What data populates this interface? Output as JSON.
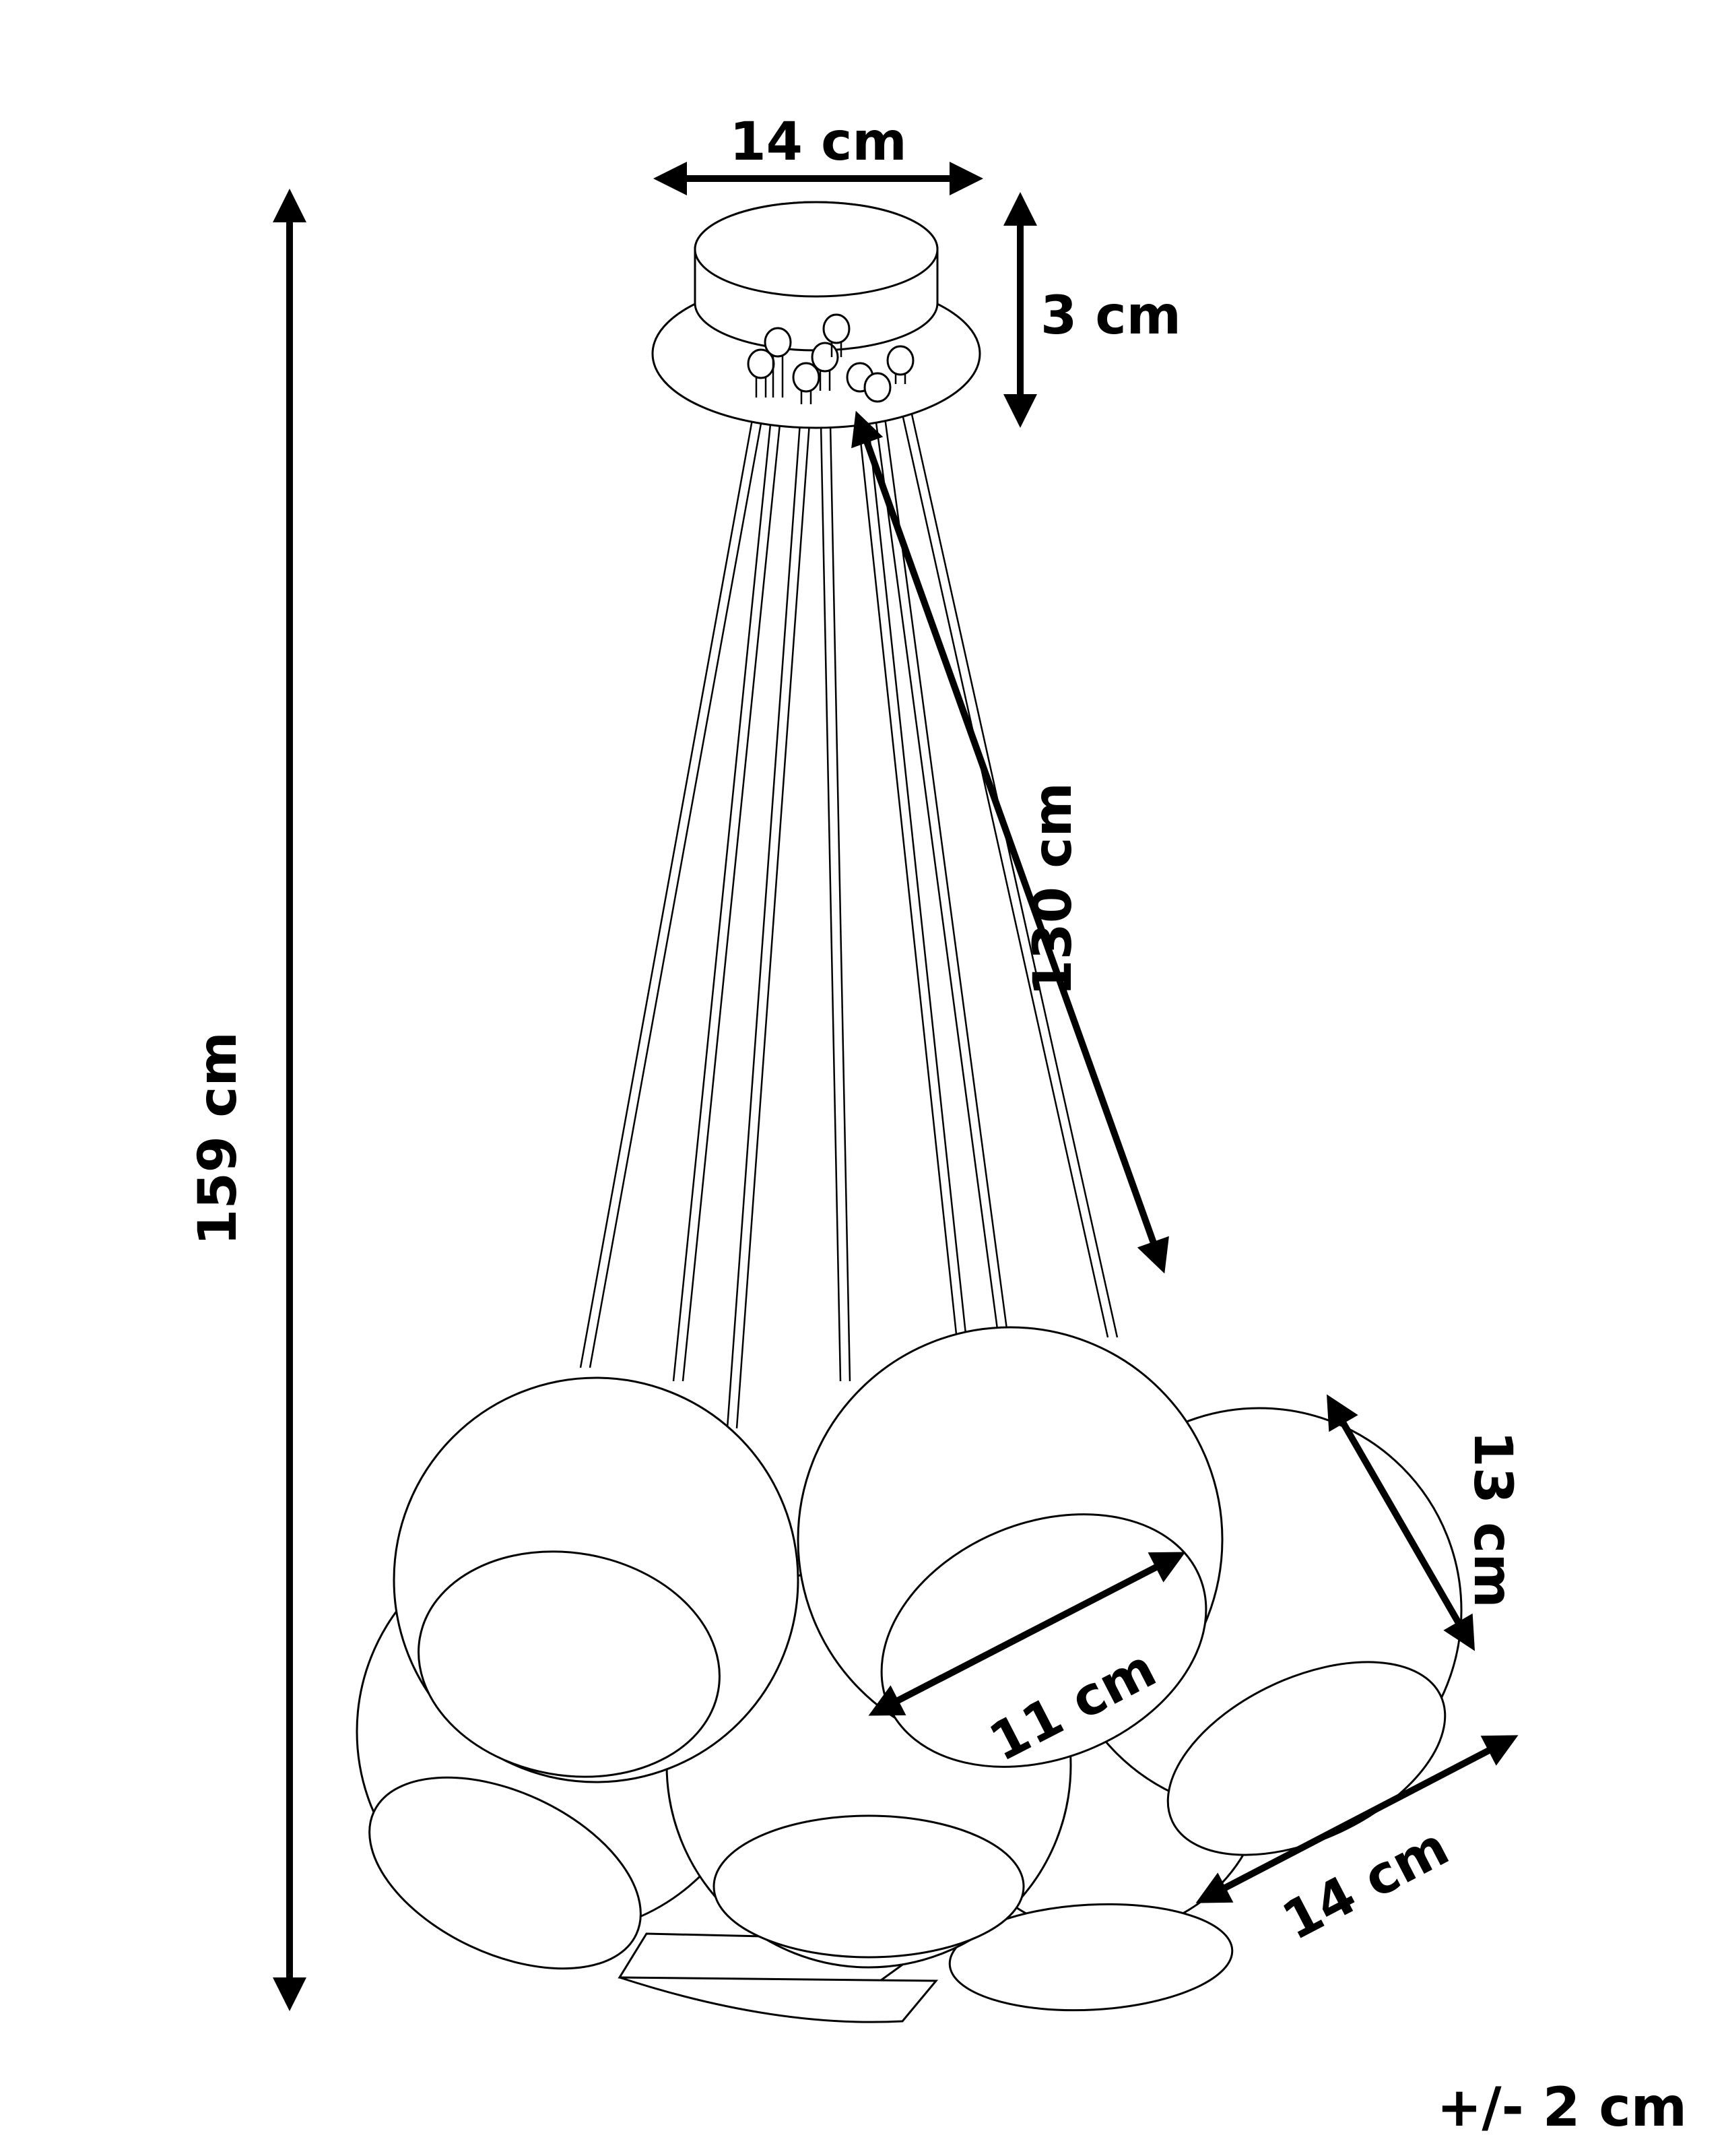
{
  "dimensions": {
    "canopy_width": "14 cm",
    "canopy_height": "3 cm",
    "cable_length": "130 cm",
    "total_height": "159 cm",
    "opening_diameter": "11 cm",
    "shade_height": "13 cm",
    "shade_width": "14 cm"
  },
  "tolerance": "+/- 2 cm"
}
